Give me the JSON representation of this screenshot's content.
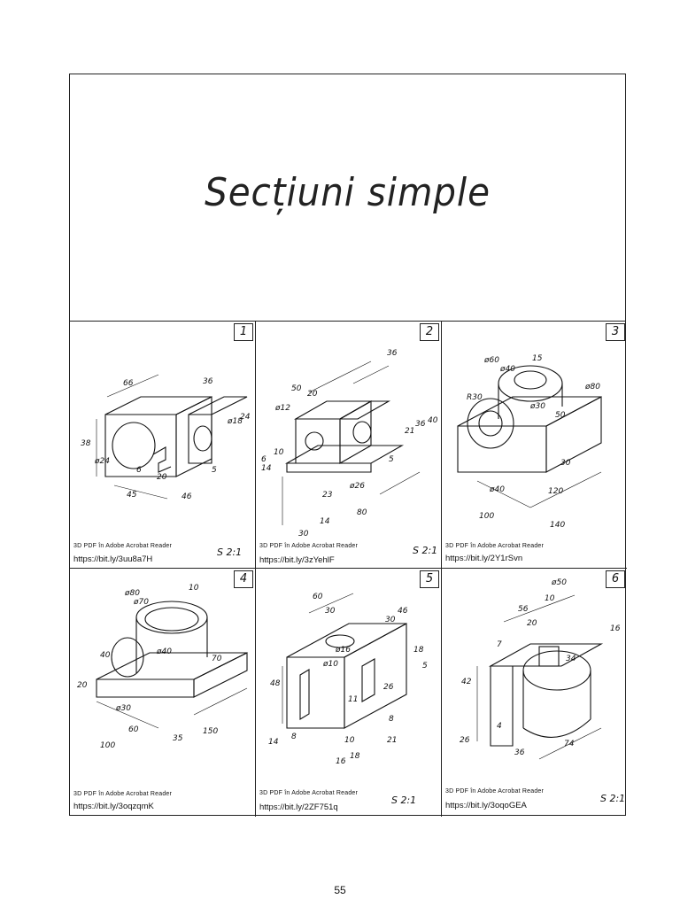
{
  "title": "Secțiuni simple",
  "page_number": "55",
  "panels": [
    {
      "number": "1",
      "pdf_note": "3D PDF în Adobe Acrobat Reader",
      "link": "https://bit.ly/3uu8a7H",
      "scale": "S 2:1",
      "dims": [
        "66",
        "36",
        "38",
        "ø24",
        "ø18",
        "24",
        "6",
        "20",
        "45",
        "46",
        "5"
      ]
    },
    {
      "number": "2",
      "pdf_note": "3D PDF în Adobe Acrobat Reader",
      "link": "https://bit.ly/3zYehlF",
      "scale": "S 2:1",
      "dims": [
        "36",
        "50",
        "20",
        "ø12",
        "10",
        "6",
        "14",
        "21",
        "36",
        "40",
        "5",
        "ø26",
        "23",
        "14",
        "80",
        "30"
      ]
    },
    {
      "number": "3",
      "pdf_note": "3D PDF în Adobe Acrobat Reader",
      "link": "https://bit.ly/2Y1rSvn",
      "scale": "",
      "dims": [
        "ø60",
        "ø40",
        "15",
        "R30",
        "ø30",
        "ø80",
        "50",
        "30",
        "120",
        "ø40",
        "100",
        "140"
      ]
    },
    {
      "number": "4",
      "pdf_note": "3D PDF în Adobe Acrobat Reader",
      "link": "https://bit.ly/3oqzqmK",
      "scale": "",
      "dims": [
        "ø80",
        "ø70",
        "10",
        "40",
        "ø40",
        "70",
        "20",
        "ø30",
        "60",
        "35",
        "150",
        "100"
      ]
    },
    {
      "number": "5",
      "pdf_note": "3D PDF în Adobe Acrobat Reader",
      "link": "https://bit.ly/2ZF751q",
      "scale": "S 2:1",
      "dims": [
        "60",
        "30",
        "46",
        "30",
        "ø16",
        "ø10",
        "18",
        "5",
        "48",
        "26",
        "11",
        "8",
        "14",
        "8",
        "10",
        "21",
        "16",
        "18"
      ]
    },
    {
      "number": "6",
      "pdf_note": "3D PDF în Adobe Acrobat Reader",
      "link": "https://bit.ly/3oqoGEA",
      "scale": "S 2:1",
      "dims": [
        "ø50",
        "10",
        "56",
        "20",
        "16",
        "7",
        "42",
        "34",
        "26",
        "4",
        "36",
        "74"
      ]
    }
  ]
}
